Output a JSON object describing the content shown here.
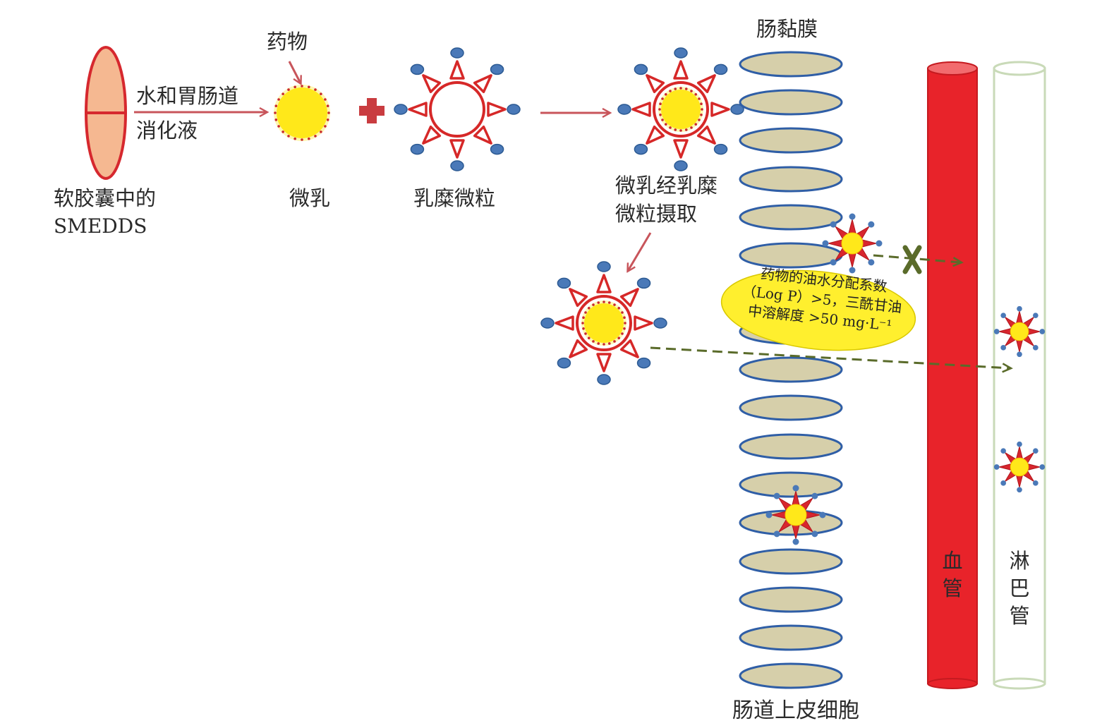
{
  "labels": {
    "capsule": "软胶囊中的",
    "capsule_sub": "SMEDDS",
    "fluid_line1": "水和胃肠道",
    "fluid_line2": "消化液",
    "drug": "药物",
    "microemulsion": "微乳",
    "chylomicron": "乳糜微粒",
    "uptake_line1": "微乳经乳糜",
    "uptake_line2": "微粒摄取",
    "mucosa": "肠黏膜",
    "epithelium": "肠道上皮细胞",
    "blood_vessel_1": "血",
    "blood_vessel_2": "管",
    "lymph_1": "淋",
    "lymph_2": "巴",
    "lymph_3": "管"
  },
  "condition": {
    "line1": "药物的油水分配系数",
    "line2": "（Log P）>5，三酰甘油",
    "line3": "中溶解度 >50 mg·L⁻¹"
  },
  "colors": {
    "capsule_fill": "#f5b891",
    "capsule_stroke": "#d6282e",
    "arrow_red": "#c8555b",
    "droplet_yellow": "#ffe81a",
    "droplet_dot": "#c8282e",
    "triangle_red": "#d62828",
    "knob_blue": "#4a79b8",
    "cell_fill": "#d6cfaa",
    "cell_stroke": "#2f5ea6",
    "blood": "#e8232a",
    "lymph_stroke": "#c9dab8",
    "dash_green": "#5a6b2a",
    "badge_yellow": "#ffef2e",
    "star_red": "#d8262e"
  }
}
